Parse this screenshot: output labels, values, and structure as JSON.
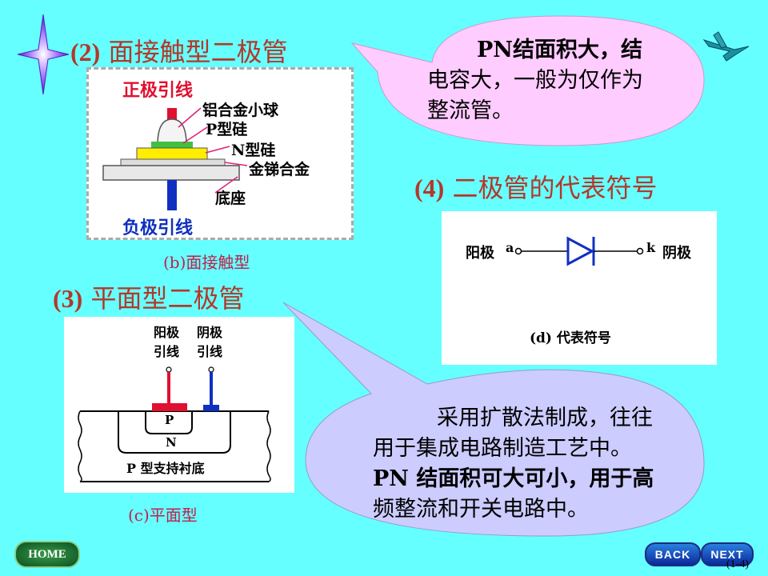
{
  "section2": {
    "number": "(2)",
    "title": "面接触型二极管",
    "caption": "(b)面接触型"
  },
  "fig_b": {
    "anode_lead": "正极引线",
    "ball": "铝合金小球",
    "p_si": "P型硅",
    "n_si": "N型硅",
    "alloy": "金锑合金",
    "base": "底座",
    "cathode_lead": "负极引线"
  },
  "bubble1": {
    "line1": "PN结面积大，结",
    "line2": "电容大，一般为仅作为",
    "line3": "整流管。"
  },
  "section4": {
    "number": "(4)",
    "title": "二极管的代表符号"
  },
  "fig_d": {
    "anode_label": "阳极",
    "anode_letter": "a",
    "cathode_letter": "k",
    "cathode_label": "阴极",
    "caption_num": "(d)",
    "caption": "代表符号"
  },
  "section3": {
    "number": "(3)",
    "title": "平面型二极管",
    "caption": "(c)平面型"
  },
  "fig_c": {
    "anode_top": "阳极",
    "anode_bottom": "引线",
    "cathode_top": "阴极",
    "cathode_bottom": "引线",
    "p_region": "P",
    "n_region": "N",
    "substrate": "P 型支持衬底"
  },
  "bubble2": {
    "line1": "采用扩散法制成，往往",
    "line2": "用于集成电路制造工艺中。",
    "line3": "PN 结面积可大可小，用于高",
    "line4": "频整流和开关电路中。"
  },
  "nav": {
    "home": "HOME",
    "back": "BACK",
    "next": "NEXT",
    "page": "(1-4)"
  },
  "colors": {
    "background": "#66ffff",
    "title": "#b3382a",
    "caption": "#c0204a",
    "bubble1": "#ffccff",
    "bubble2": "#ccccff"
  }
}
